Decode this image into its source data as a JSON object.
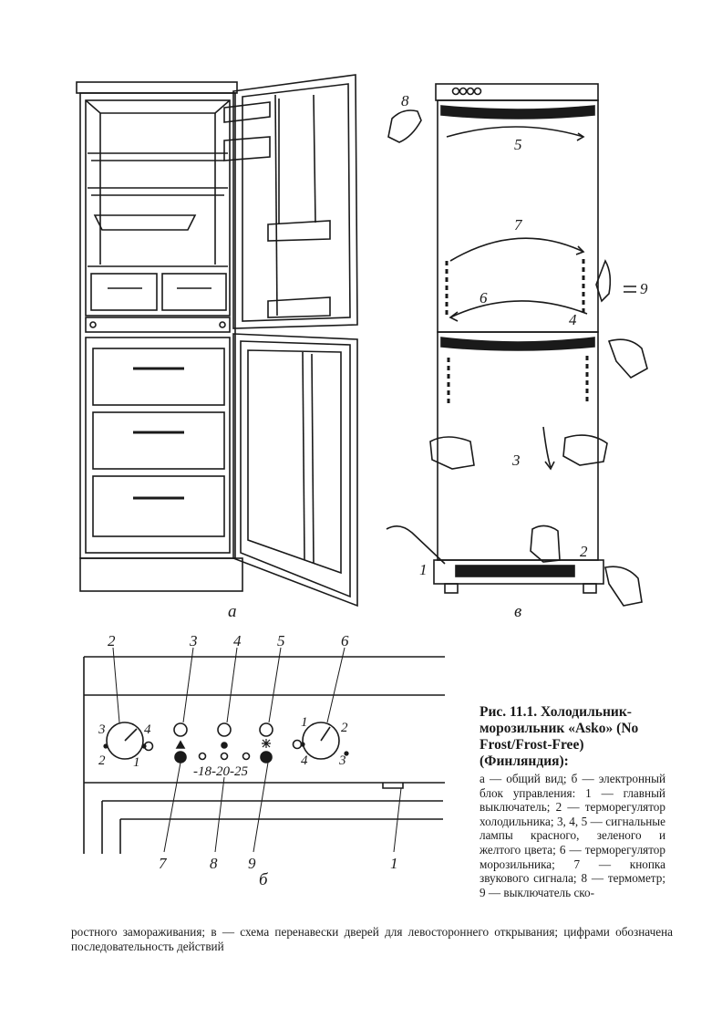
{
  "figure": {
    "sub_a": "а",
    "sub_b": "б",
    "sub_v": "в",
    "panel_b_callouts": [
      "2",
      "3",
      "4",
      "5",
      "6",
      "7",
      "8",
      "9",
      "1"
    ],
    "panel_b_dial_left": [
      "3",
      "4",
      "2",
      "1"
    ],
    "panel_b_dial_right": [
      "1",
      "2",
      "4",
      "3"
    ],
    "panel_b_temps": "-18-20-25",
    "panel_v_steps": [
      "8",
      "5",
      "7",
      "6",
      "4",
      "9",
      "3",
      "1",
      "2"
    ]
  },
  "caption": {
    "title": "Рис. 11.1. Холодильник-морозильник «Asko» (No Frost/Frost-Free) (Финляндия):",
    "body": "а — общий вид; б — электронный блок управления: 1 — главный выключатель; 2 — терморегулятор холодильника; 3, 4, 5 — сигнальные лампы красного, зеленого и желтого цвета; 6 — терморегулятор морозильника; 7 — кнопка звукового сигнала; 8 — термометр; 9 — выключатель ско-",
    "tail": "ростного замораживания; в — схема перенавески дверей для левостороннего открывания; цифрами обозначена последовательность действий"
  }
}
